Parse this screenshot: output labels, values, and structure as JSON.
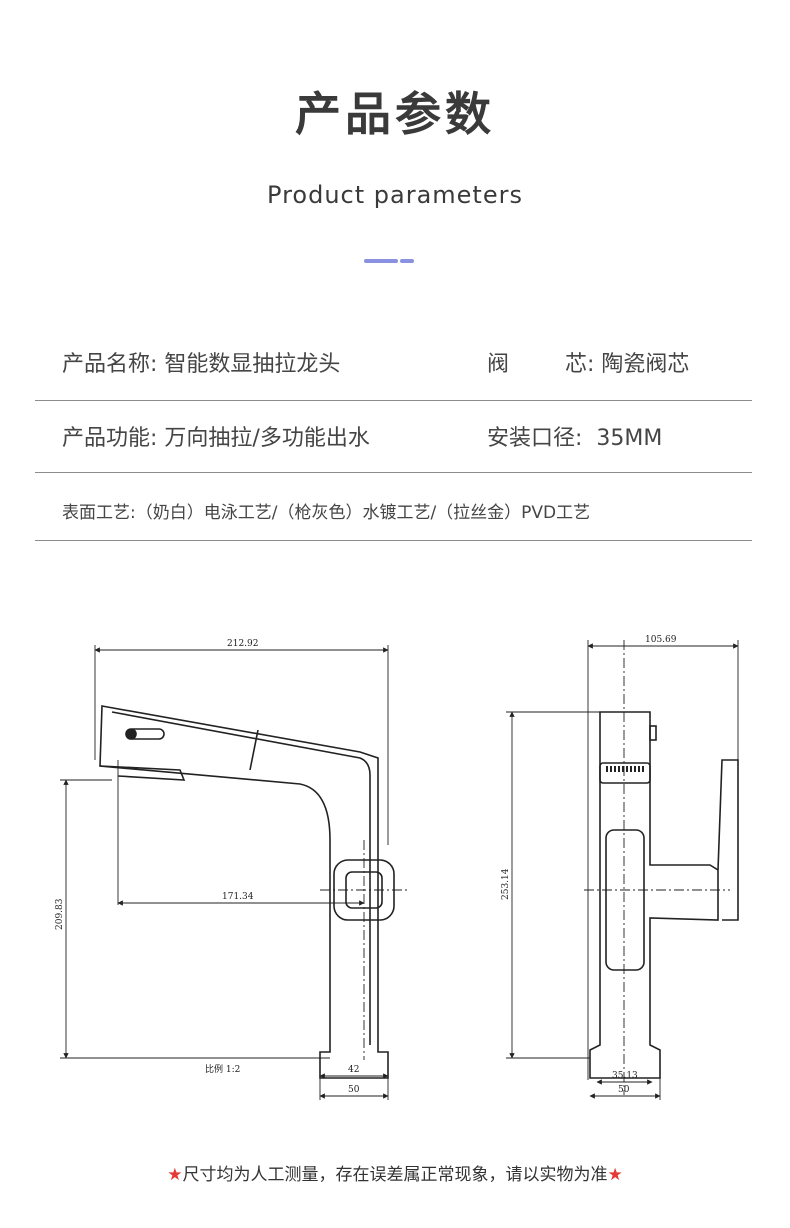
{
  "header": {
    "title": "产品参数",
    "subtitle": "Product parameters",
    "accent_color": "#8a91e0"
  },
  "params": {
    "name": "产品名称: 智能数显抽拉龙头",
    "valve": "阀        芯: 陶瓷阀芯",
    "function": "产品功能: 万向抽拉/多功能出水",
    "bore": "安装口径:  35MM",
    "finish": "表面工艺:（奶白）电泳工艺/（枪灰色）水镀工艺/（拉丝金）PVD工艺"
  },
  "drawing": {
    "front": {
      "width_dim": "212.92",
      "reach_dim": "171.34",
      "height_dim": "209.83",
      "base_inner_dim": "42",
      "base_outer_dim": "50",
      "scale": "比例  1:2"
    },
    "side": {
      "width_dim": "105.69",
      "height_dim": "253.14",
      "base_inner_dim": "35.13",
      "base_outer_dim": "50"
    }
  },
  "footer": {
    "star_left": "★",
    "note": "尺寸均为人工测量，存在误差属正常现象，请以实物为准",
    "star_right": "★",
    "star_color": "#e53935"
  }
}
